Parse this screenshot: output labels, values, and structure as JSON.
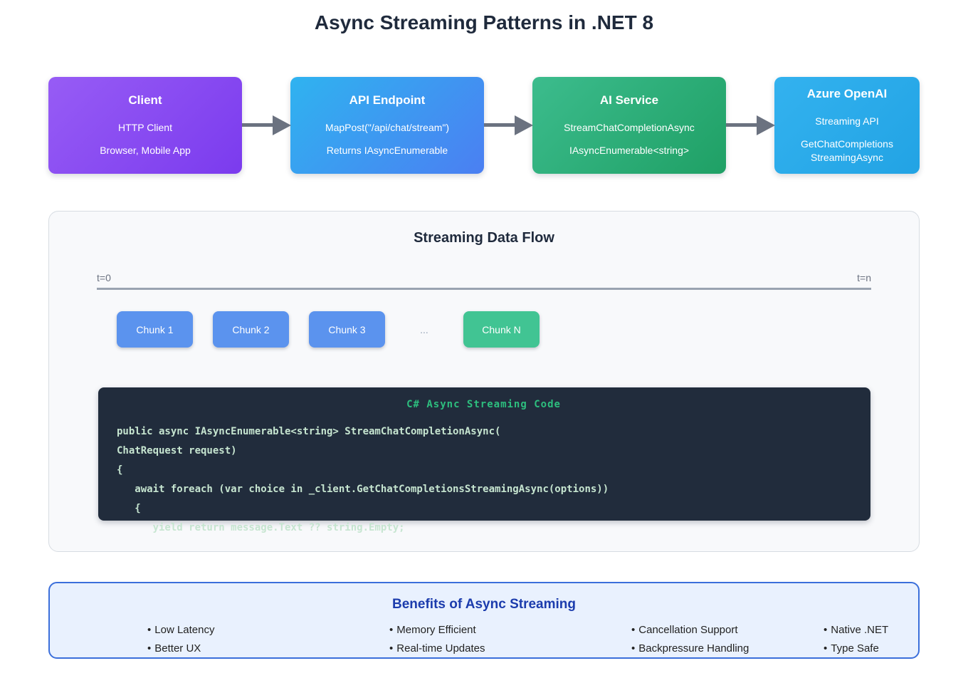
{
  "page": {
    "title": "Async Streaming Patterns in .NET 8"
  },
  "pipeline": {
    "nodes": [
      {
        "title": "Client",
        "lines": [
          "HTTP Client",
          "Browser, Mobile App"
        ]
      },
      {
        "title": "API Endpoint",
        "lines": [
          "MapPost(\"/api/chat/stream\")",
          "Returns IAsyncEnumerable"
        ]
      },
      {
        "title": "AI Service",
        "lines": [
          "StreamChatCompletionAsync",
          "IAsyncEnumerable<string>"
        ]
      },
      {
        "title": "Azure OpenAI",
        "lines": [
          "Streaming API",
          "GetChatCompletions\nStreamingAsync"
        ]
      }
    ]
  },
  "flow": {
    "heading": "Streaming Data Flow",
    "timeline": {
      "start_label": "t=0",
      "end_label": "t=n"
    },
    "chunks": [
      {
        "label": "Chunk 1",
        "color": "#5b93ee"
      },
      {
        "label": "Chunk 2",
        "color": "#5b93ee"
      },
      {
        "label": "Chunk 3",
        "color": "#5b93ee"
      },
      {
        "label": "Chunk N",
        "color": "#41c493"
      }
    ],
    "ellipsis": "...",
    "code": {
      "header": "C# Async Streaming Code",
      "lines": [
        "public async IAsyncEnumerable<string> StreamChatCompletionAsync(",
        "ChatRequest request)",
        "{",
        "   await foreach (var choice in _client.GetChatCompletionsStreamingAsync(options))",
        "   {",
        "      yield return message.Text ?? string.Empty;"
      ]
    }
  },
  "benefits": {
    "heading": "Benefits of Async Streaming",
    "bullet": "•",
    "columns": [
      {
        "items": [
          "Low Latency",
          "Better UX"
        ]
      },
      {
        "items": [
          "Memory Efficient",
          "Real-time Updates"
        ]
      },
      {
        "items": [
          "Cancellation Support",
          "Backpressure Handling"
        ]
      },
      {
        "items": [
          "Native .NET",
          "Type Safe"
        ]
      }
    ]
  },
  "colors": {
    "client_gradient": [
      "#975cf5",
      "#7b3bee"
    ],
    "api_gradient": [
      "#2fb3f0",
      "#4b7ff2"
    ],
    "ai_gradient": [
      "#3cbc8d",
      "#1fa065"
    ],
    "azure_gradient": [
      "#33b2ef",
      "#22a3e4"
    ],
    "arrow_gray": "#6b7280",
    "panel_bg": "#f8f9fb",
    "panel_border": "#d7dce2",
    "chunk_blue": "#5b93ee",
    "chunk_green": "#41c493",
    "code_bg": "#212c3c",
    "code_header_green": "#2dbe7e",
    "code_text": "#c6e5d0",
    "benefits_bg": "#e9f1fe",
    "benefits_border": "#3b6fdb",
    "benefits_title": "#1c3cad",
    "title_navy": "#1f2a3c"
  }
}
